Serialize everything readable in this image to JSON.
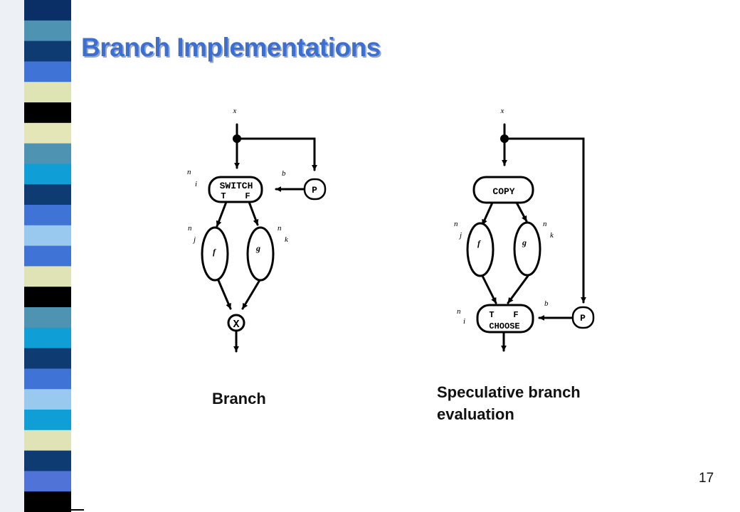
{
  "slide": {
    "title": "Branch Implementations",
    "page_number": "17",
    "stripe_colors": [
      "#0a2f66",
      "#4f93b3",
      "#0e3b72",
      "#3f73d6",
      "#dfe4b5",
      "#000000",
      "#e5e6b8",
      "#4f93b3",
      "#0f9fd6",
      "#0e3b72",
      "#3f73d6",
      "#99c9ef",
      "#3f73d6",
      "#e0e3b6",
      "#000000",
      "#4f93b3",
      "#0f9fd6",
      "#0e3b72",
      "#3f73d6",
      "#99c9ef",
      "#0f9fd6",
      "#e0e3b6",
      "#0e3b72",
      "#4f73d6",
      "#000000"
    ]
  },
  "left_diagram": {
    "input_label": "x",
    "switch_label": "SWITCH",
    "switch_true": "T",
    "switch_false": "F",
    "predicate": "P",
    "bool_label": "b",
    "n_i": {
      "n": "n",
      "sub": "i"
    },
    "n_j": {
      "n": "n",
      "sub": "j"
    },
    "n_k": {
      "n": "n",
      "sub": "k"
    },
    "f_label": "f",
    "g_label": "g",
    "merge_label": "X",
    "caption": "Branch"
  },
  "right_diagram": {
    "input_label": "x",
    "copy_label": "COPY",
    "predicate": "P",
    "bool_label": "b",
    "n_j": {
      "n": "n",
      "sub": "j"
    },
    "n_k": {
      "n": "n",
      "sub": "k"
    },
    "n_i": {
      "n": "n",
      "sub": "i"
    },
    "f_label": "f",
    "g_label": "g",
    "choose_true": "T",
    "choose_false": "F",
    "choose_label": "CHOOSE",
    "caption": "Speculative branch evaluation"
  }
}
